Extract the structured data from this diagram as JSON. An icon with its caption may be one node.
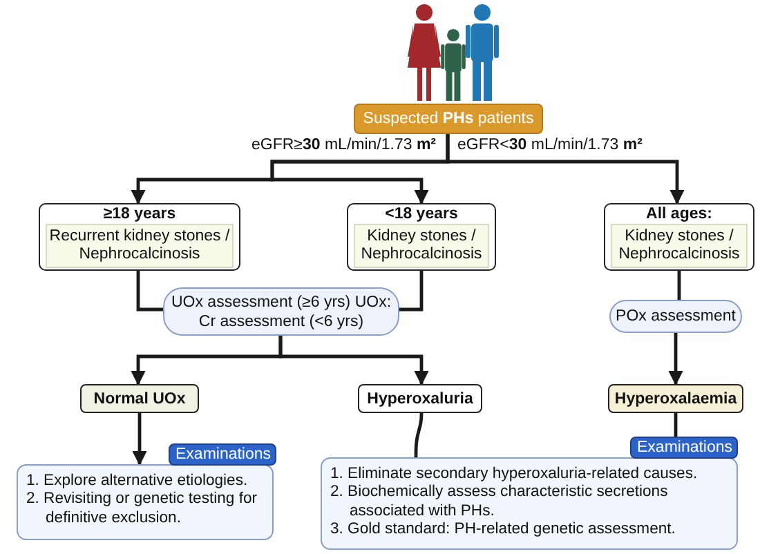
{
  "diagram": {
    "nodes": [
      {
        "text": [
          "Suspected **PHs** patients"
        ]
      },
      {
        "text": [
          "≥18 years",
          "Recurrent kidney stones / Nephrocalcinosis"
        ]
      },
      {
        "text": [
          "<18 years",
          "Kidney stones / Nephrocalcinosis"
        ]
      },
      {
        "text": [
          "All ages:",
          "Kidney stones / Nephrocalcinosis"
        ]
      },
      {
        "text": [
          "UOx assessment (≥6 yrs) UOx: Cr assessment (<6 yrs)"
        ]
      },
      {
        "text": [
          "POx assessment"
        ]
      },
      {
        "text": [
          "Normal UOx"
        ]
      },
      {
        "text": [
          "Hyperoxaluria"
        ]
      },
      {
        "text": [
          "Hyperoxalaemia"
        ]
      },
      {
        "text": [
          "Examinations",
          "1. Explore alternative etiologies.",
          "2. Revisiting or genetic testing for definitive exclusion."
        ]
      },
      {
        "text": [
          "Examinations",
          "1. Eliminate secondary hyperoxaluria-related causes.",
          "2. Biochemically assess characteristic secretions associated with PHs.",
          "3. Gold standard: PH-related genetic assessment."
        ]
      }
    ],
    "edges": [
      {
        "from": 0,
        "to": 1,
        "arrow": "to",
        "label": "eGFR≥**30** mL/min/1.73 **m²**"
      },
      {
        "from": 0,
        "to": 2,
        "arrow": "to"
      },
      {
        "from": 0,
        "to": 3,
        "arrow": "to",
        "label": "eGFR<**30** mL/min/1.73 **m²**"
      },
      {
        "from": 1,
        "to": 4,
        "arrow": "none"
      },
      {
        "from": 2,
        "to": 4,
        "arrow": "none"
      },
      {
        "from": 4,
        "to": 6,
        "arrow": "to"
      },
      {
        "from": 4,
        "to": 7,
        "arrow": "to"
      },
      {
        "from": 3,
        "to": 5,
        "arrow": "none"
      },
      {
        "from": 5,
        "to": 8,
        "arrow": "to"
      },
      {
        "from": 6,
        "to": 9,
        "arrow": "to"
      },
      {
        "from": 7,
        "to": 10,
        "arrow": "none"
      },
      {
        "from": 8,
        "to": 10,
        "arrow": "none"
      }
    ]
  }
}
